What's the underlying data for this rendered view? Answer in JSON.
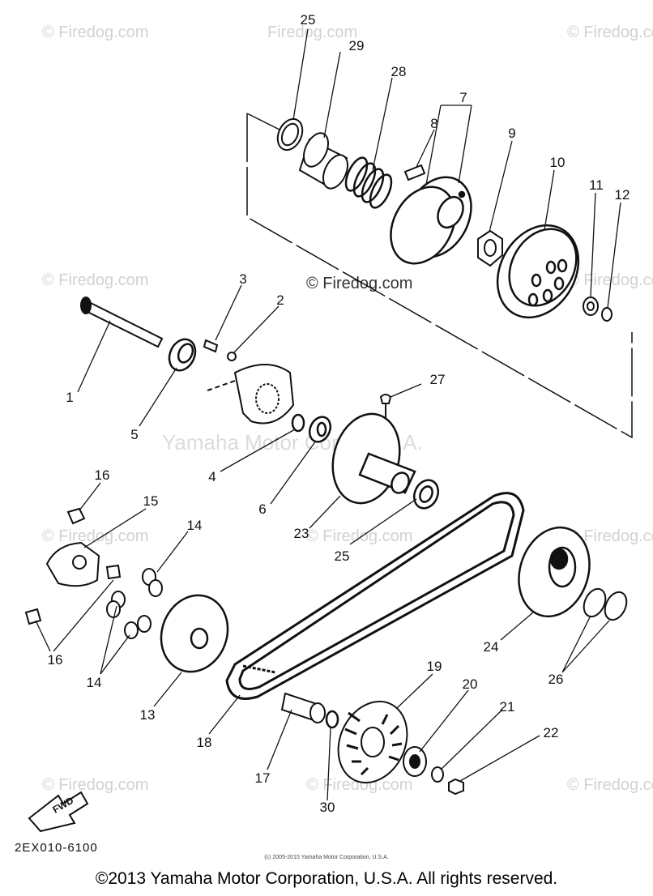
{
  "watermarks": {
    "site": "© Firedog.com",
    "site_bare": "Firedog.com",
    "owner": "Yamaha Motor Corp. U.S.A."
  },
  "callouts": [
    "25",
    "29",
    "28",
    "7",
    "8",
    "9",
    "10",
    "11",
    "12",
    "3",
    "2",
    "1",
    "5",
    "4",
    "27",
    "6",
    "23",
    "25",
    "16",
    "15",
    "14",
    "16",
    "14",
    "13",
    "24",
    "26",
    "19",
    "20",
    "21",
    "22",
    "18",
    "17",
    "30"
  ],
  "fwd_label": "FWD",
  "drawing_code": "2EX010-6100",
  "small_copyright": "(c) 2005-2015 Yamaha Motor Corporation, U.S.A.",
  "copyright": "©2013 Yamaha Motor Corporation, U.S.A. All rights reserved."
}
